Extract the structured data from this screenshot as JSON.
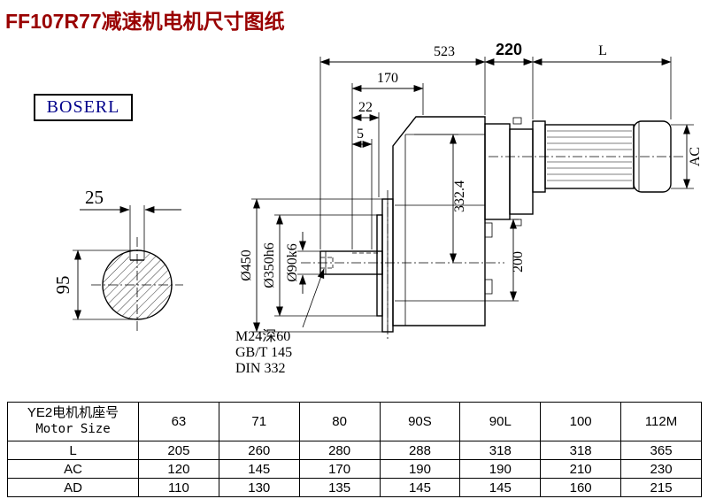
{
  "title": "FF107R77减速机电机尺寸图纸",
  "brand": "BOSERL",
  "colors": {
    "title": "#990000",
    "brand": "#00008B"
  },
  "drawing": {
    "dim_total_length": "523",
    "dim_flange_section": "220",
    "dim_motor_length": "L",
    "dim_170": "170",
    "dim_22": "22",
    "dim_5": "5",
    "dim_motor_diameter": "AC",
    "dim_height": "332.4",
    "dim_200": "200",
    "dim_flange_od": "Ø450",
    "dim_spigot": "Ø350h6",
    "dim_shaft": "Ø90k6",
    "dim_key_width": "25",
    "dim_key_height": "95",
    "note_tap": "M24深60",
    "note_std1": "GB/T 145",
    "note_std2": "DIN 332"
  },
  "table": {
    "header": {
      "line1": "YE2电机机座号",
      "line2": "Motor Size"
    },
    "columns": [
      "63",
      "71",
      "80",
      "90S",
      "90L",
      "100",
      "112M"
    ],
    "rows": [
      {
        "label": "L",
        "values": [
          "205",
          "260",
          "280",
          "288",
          "318",
          "318",
          "365"
        ]
      },
      {
        "label": "AC",
        "values": [
          "120",
          "145",
          "170",
          "190",
          "190",
          "210",
          "230"
        ]
      },
      {
        "label": "AD",
        "values": [
          "110",
          "130",
          "135",
          "145",
          "145",
          "160",
          "215"
        ]
      }
    ]
  }
}
